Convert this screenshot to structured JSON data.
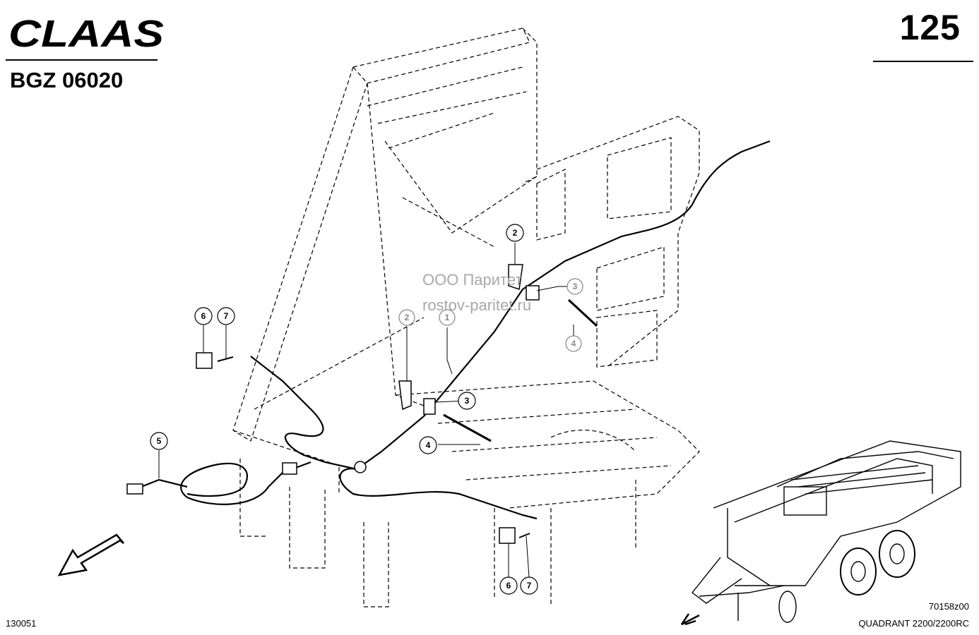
{
  "header": {
    "brand": "CLAAS",
    "page_number": "125",
    "group_code": "BGZ 06020"
  },
  "footer": {
    "doc_number": "130051",
    "drawing_number": "70158z00",
    "model": "QUADRANT 2200/2200RC"
  },
  "watermark": {
    "line1": "ООО Паритет",
    "line2": "rostov-paritet.ru"
  },
  "callouts": {
    "c1": "1",
    "c2a": "2",
    "c2b": "2",
    "c3a": "3",
    "c3b": "3",
    "c4a": "4",
    "c4b": "4",
    "c5": "5",
    "c6a": "6",
    "c6b": "6",
    "c7a": "7",
    "c7b": "7"
  },
  "colors": {
    "line": "#000000",
    "watermark": "#a8a8a8",
    "callout_gray": "#888888"
  }
}
